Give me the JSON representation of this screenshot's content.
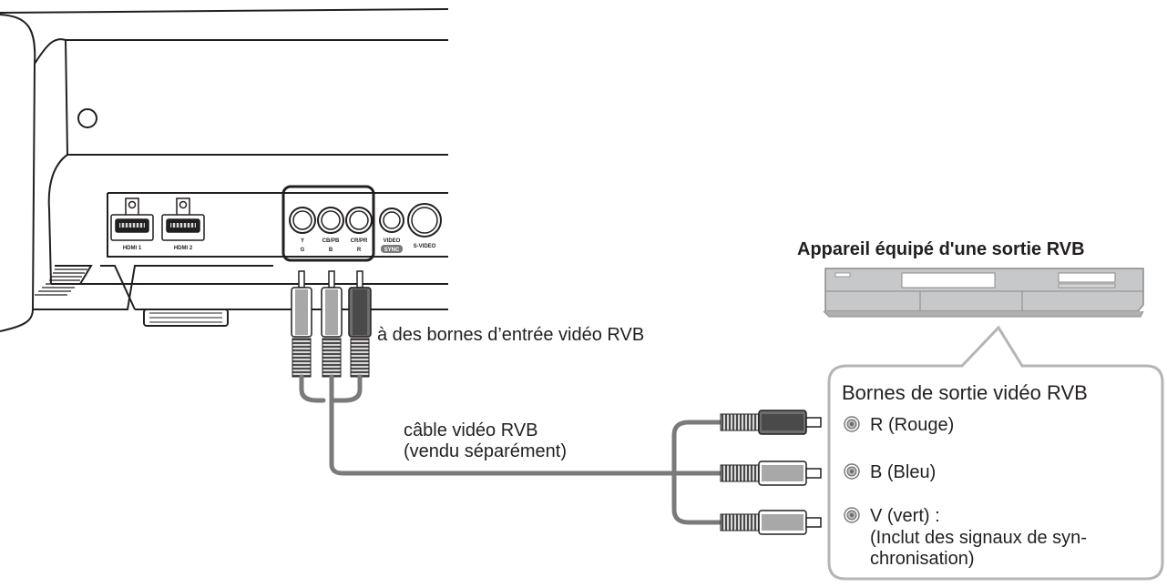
{
  "projector": {
    "hdmi1": "HDMI 1",
    "hdmi2": "HDMI 2",
    "jack_top": [
      "Y",
      "CB/PB",
      "CR/PR"
    ],
    "jack_bottom": [
      "G",
      "B",
      "R"
    ],
    "video": "VIDEO",
    "sync": "SYNC",
    "svideo": "S-VIDEO"
  },
  "labels": {
    "input_terminals": "à des bornes d’entrée vidéo RVB",
    "cable_line1": "câble vidéo RVB",
    "cable_line2": "(vendu séparément)",
    "device_title": "Appareil équipé d'une sortie RVB"
  },
  "callout": {
    "title": "Bornes de sortie vidéo RVB",
    "items": [
      {
        "label": "R (Rouge)"
      },
      {
        "label": "B (Bleu)"
      },
      {
        "label": "V (vert) :",
        "note": [
          "(Inclut des signaux de syn-",
          "chronisation)"
        ]
      }
    ]
  }
}
